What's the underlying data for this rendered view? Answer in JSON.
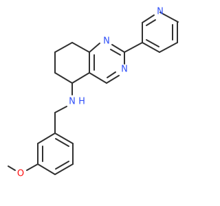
{
  "molecule": {
    "atoms": [
      {
        "id": "n-pyridine",
        "label": "N",
        "color": "#3050F8"
      },
      {
        "id": "n-quinazoline-1",
        "label": "N",
        "color": "#3050F8"
      },
      {
        "id": "n-quinazoline-3",
        "label": "N",
        "color": "#3050F8"
      },
      {
        "id": "n-amine",
        "label": "N",
        "color": "#3050F8"
      },
      {
        "id": "h-amine",
        "label": "H",
        "color": "#3050F8"
      },
      {
        "id": "o-methoxy",
        "label": "O",
        "color": "#FF0D0D"
      }
    ],
    "bond_color": "#303030"
  }
}
